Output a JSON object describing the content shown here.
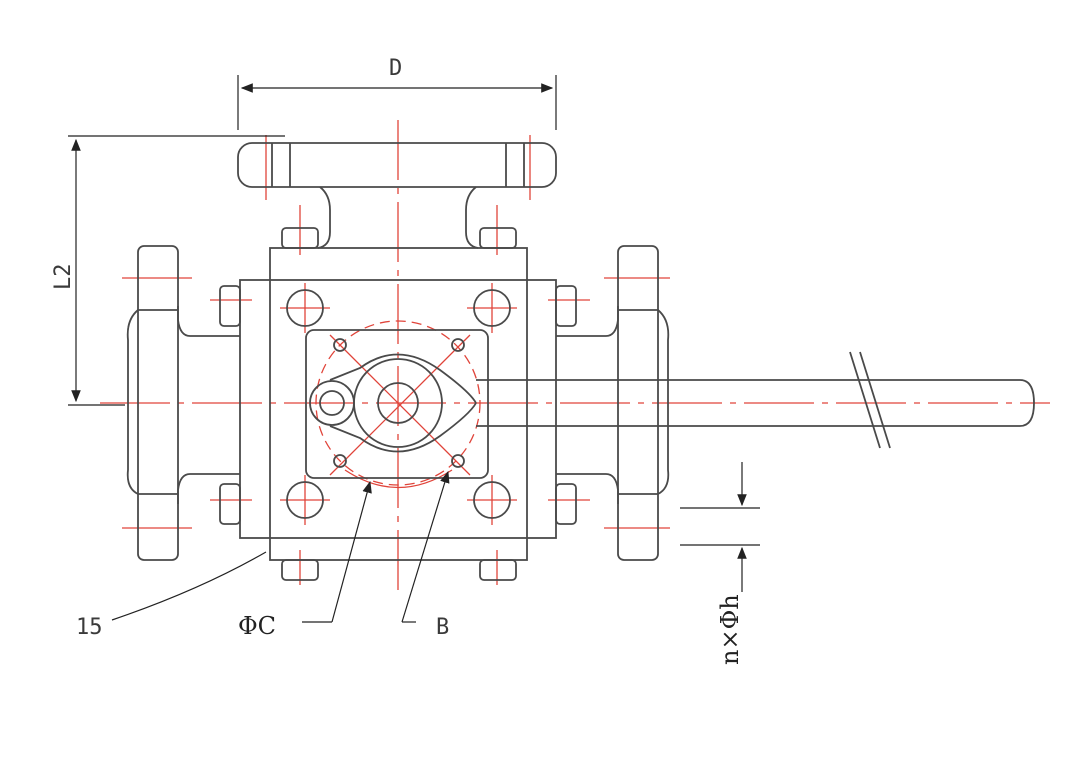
{
  "labels": {
    "dim_d": "D",
    "dim_l2": "L2",
    "part_15": "15",
    "phi_c": "ΦC",
    "b": "B",
    "n_phi_h": "n×Φh"
  },
  "colors": {
    "outline": "#4a4a4a",
    "centerline": "#e0443a",
    "dimension": "#222222"
  }
}
